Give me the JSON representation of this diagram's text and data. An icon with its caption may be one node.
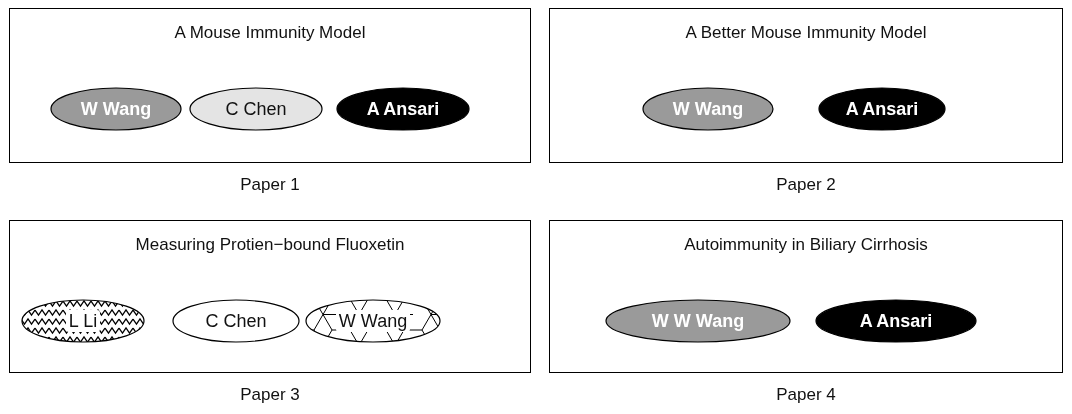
{
  "diagram": {
    "nodes": [
      {
        "text": [
          "A Mouse Immunity Model"
        ],
        "beside": [
          "Paper 1"
        ]
      },
      {
        "text": [
          "W Wang"
        ],
        "in": 0
      },
      {
        "text": [
          "C Chen"
        ],
        "in": 0
      },
      {
        "text": [
          "A Ansari"
        ],
        "in": 0
      },
      {
        "text": [
          "A Better Mouse Immunity Model"
        ],
        "beside": [
          "Paper 2"
        ]
      },
      {
        "text": [
          "W Wang"
        ],
        "in": 4
      },
      {
        "text": [
          "A Ansari"
        ],
        "in": 4
      },
      {
        "text": [
          "Measuring Protien−bound Fluoxetin"
        ],
        "beside": [
          "Paper 3"
        ]
      },
      {
        "text": [
          "L Li"
        ],
        "in": 7
      },
      {
        "text": [
          "C Chen"
        ],
        "in": 7
      },
      {
        "text": [
          "W Wang"
        ],
        "in": 7
      },
      {
        "text": [
          "Autoimmunity in Biliary Cirrhosis"
        ],
        "beside": [
          "Paper 4"
        ]
      },
      {
        "text": [
          "W W Wang"
        ],
        "in": 11
      },
      {
        "text": [
          "A Ansari"
        ],
        "in": 11
      }
    ]
  }
}
